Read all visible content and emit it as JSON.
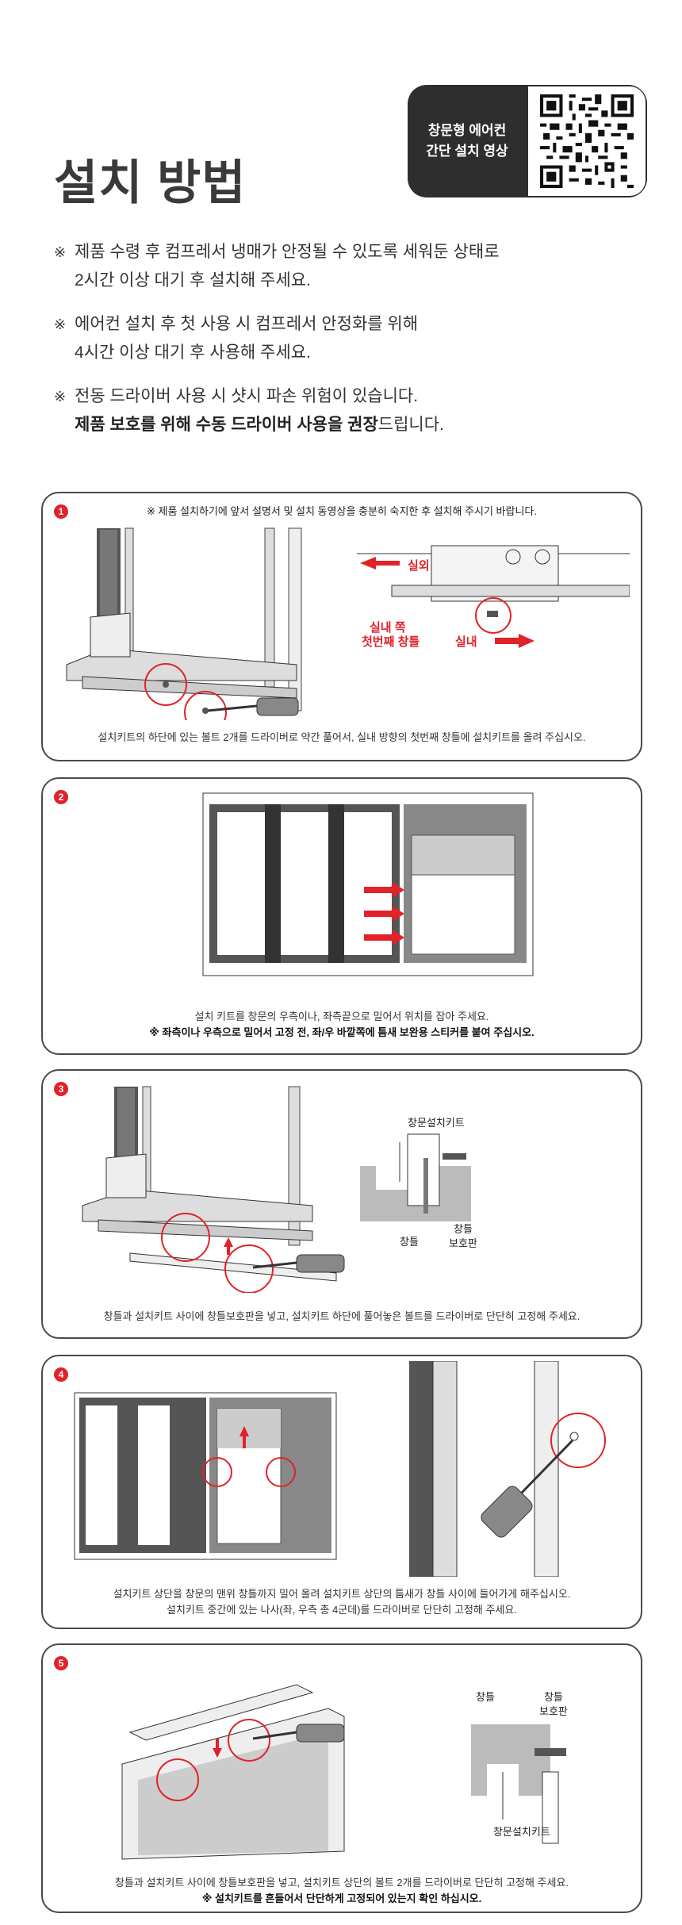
{
  "header": {
    "title": "설치 방법",
    "qr_label_line1": "창문형 에어컨",
    "qr_label_line2": "간단 설치 영상"
  },
  "notes": [
    {
      "mark": "※",
      "line1": "제품 수령 후 컴프레서 냉매가 안정될 수 있도록 세워둔 상태로",
      "line2": "2시간 이상 대기 후 설치해 주세요."
    },
    {
      "mark": "※",
      "line1": "에어컨 설치 후 첫 사용 시 컴프레서 안정화를 위해",
      "line2": "4시간 이상 대기 후 사용해 주세요."
    },
    {
      "mark": "※",
      "line1": "전동 드라이버 사용 시 샷시 파손 위험이 있습니다.",
      "line2_bold": "제품 보호를 위해 수동 드라이버 사용을 권장",
      "line2_rest": "드립니다."
    }
  ],
  "steps": [
    {
      "num": "1",
      "top_note": "※ 제품 설치하기에 앞서 설명서 및 설치 동영상을 충분히 숙지한 후 설치해 주시기 바랍니다.",
      "labels": {
        "outside": "실외",
        "inside": "실내",
        "frame_line1": "실내 쪽",
        "frame_line2": "첫번째 창틀"
      },
      "caption": "설치키트의 하단에 있는 볼트 2개를 드라이버로 약간 풀어서, 실내 방향의 첫번째 창틀에 설치키트를 올려 주십시오."
    },
    {
      "num": "2",
      "caption_line1": "설치 키트를 창문의 우측이나, 좌측끝으로 밀어서 위치를 잡아 주세요.",
      "caption_line2": "※ 좌측이나 우측으로 밀어서 고정 전, 좌/우 바깥쪽에 틈새 보완용 스티커를 붙여 주십시오."
    },
    {
      "num": "3",
      "labels": {
        "kit": "창문설치키트",
        "frame": "창틀",
        "guard_line1": "창틀",
        "guard_line2": "보호판"
      },
      "caption": "창틀과 설치키트 사이에 창틀보호판을 넣고, 설치키트 하단에 풀어놓은 볼트를 드라이버로 단단히 고정해 주세요."
    },
    {
      "num": "4",
      "caption_line1": "설치키트 상단을 창문의 맨위 창틀까지 밀어 올려 설치키트 상단의 틈새가 창틀 사이에 들어가게 해주십시오.",
      "caption_line2": "설치키트 중간에 있는 나사(좌, 우측 총 4군데)를 드라이버로 단단히 고정해 주세요."
    },
    {
      "num": "5",
      "labels": {
        "frame": "창틀",
        "guard_line1": "창틀",
        "guard_line2": "보호판",
        "kit": "창문설치키트"
      },
      "caption_line1": "창틀과 설치키트 사이에 창틀보호판을 넣고, 설치키트 상단의 볼트 2개를 드라이버로 단단히 고정해 주세요.",
      "caption_line2": "※ 설치키트를 흔들어서 단단하게 고정되어 있는지 확인 하십시오."
    }
  ],
  "colors": {
    "accent_red": "#e1222a",
    "dark": "#2e2e2e",
    "border": "#4a4a4a"
  }
}
